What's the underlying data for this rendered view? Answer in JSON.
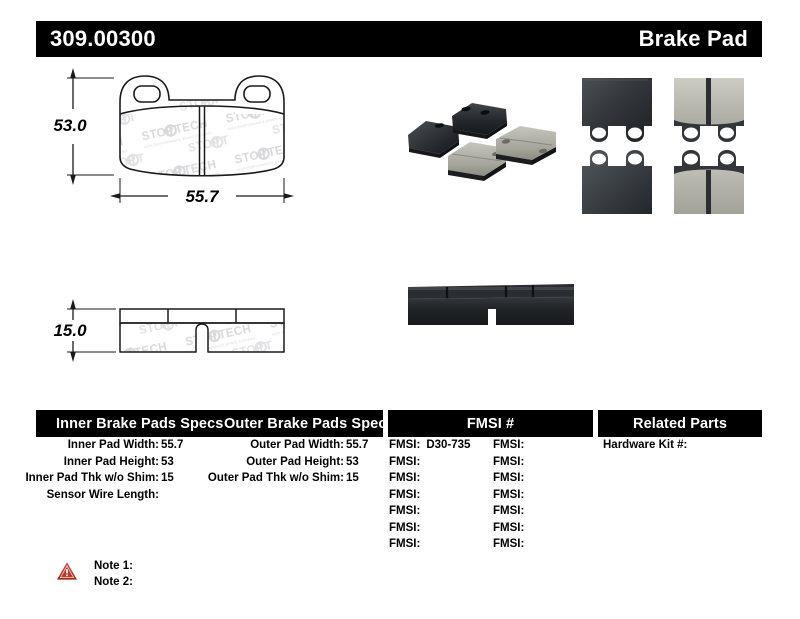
{
  "header": {
    "part_number": "309.00300",
    "title": "Brake Pad"
  },
  "drawing": {
    "height_dim": "53.0",
    "width_dim": "55.7",
    "thickness_dim": "15.0",
    "watermark": "STOPTECH",
    "watermark_sub": "HIGH PERFORMANCE BRAKE SYSTEMS"
  },
  "table": {
    "headers": {
      "inner": "Inner Brake Pads Specs",
      "outer": "Outer Brake Pads Specs",
      "fmsi": "FMSI #",
      "related": "Related Parts"
    },
    "inner_specs": [
      {
        "label": "Inner Pad Width:",
        "value": "55.7"
      },
      {
        "label": "Inner Pad Height:",
        "value": "53"
      },
      {
        "label": "Inner Pad Thk w/o Shim:",
        "value": "15"
      },
      {
        "label": "Sensor Wire Length:",
        "value": ""
      }
    ],
    "outer_specs": [
      {
        "label": "Outer Pad Width:",
        "value": "55.7"
      },
      {
        "label": "Outer Pad Height:",
        "value": "53"
      },
      {
        "label": "Outer Pad Thk w/o Shim:",
        "value": "15"
      },
      {
        "label": "",
        "value": ""
      }
    ],
    "fmsi_col_a": [
      {
        "label": "FMSI:",
        "value": "D30-735"
      },
      {
        "label": "FMSI:",
        "value": ""
      },
      {
        "label": "FMSI:",
        "value": ""
      },
      {
        "label": "FMSI:",
        "value": ""
      },
      {
        "label": "FMSI:",
        "value": ""
      },
      {
        "label": "FMSI:",
        "value": ""
      },
      {
        "label": "FMSI:",
        "value": ""
      }
    ],
    "fmsi_col_b": [
      {
        "label": "FMSI:",
        "value": ""
      },
      {
        "label": "FMSI:",
        "value": ""
      },
      {
        "label": "FMSI:",
        "value": ""
      },
      {
        "label": "FMSI:",
        "value": ""
      },
      {
        "label": "FMSI:",
        "value": ""
      },
      {
        "label": "FMSI:",
        "value": ""
      },
      {
        "label": "FMSI:",
        "value": ""
      }
    ],
    "related_parts": [
      {
        "label": "Hardware Kit #:",
        "value": ""
      }
    ]
  },
  "notes": {
    "icon": "warning-triangle-icon",
    "lines": [
      "Note 1:",
      "Note 2:"
    ]
  },
  "photos": [
    {
      "name": "brake-pad-set-angled-photo"
    },
    {
      "name": "brake-pad-set-grid-photo"
    },
    {
      "name": "brake-pad-edge-view-photo"
    }
  ],
  "colors": {
    "header_bg": "#000000",
    "header_text": "#ffffff",
    "body_text": "#000000",
    "warning_red": "#c0392b",
    "watermark_gray": "#d8d8dc",
    "pad_backing_dark": "#2e3033",
    "pad_friction_gray": "#b5b5ad"
  }
}
